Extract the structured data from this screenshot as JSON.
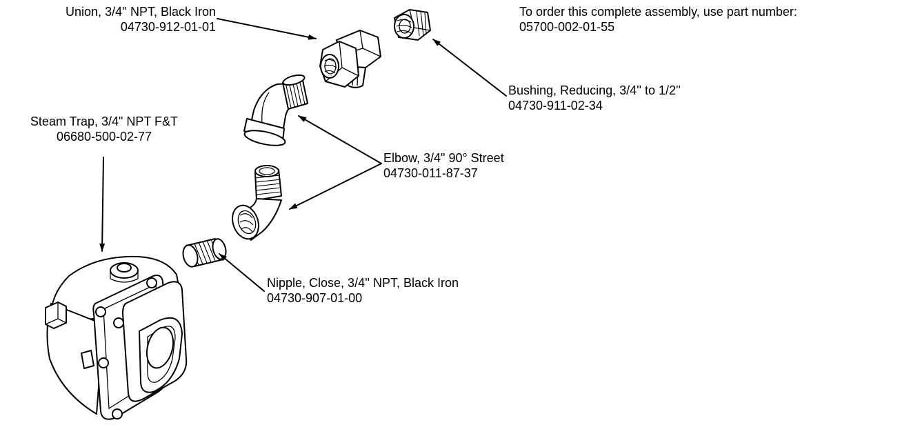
{
  "order": {
    "text": "To order this complete assembly, use part number:",
    "part": "05700-002-01-55"
  },
  "parts": [
    {
      "key": "union",
      "name": "Union, 3/4'' NPT, Black Iron",
      "part": "04730-912-01-01"
    },
    {
      "key": "bushing",
      "name": "Bushing, Reducing, 3/4'' to 1/2''",
      "part": "04730-911-02-34"
    },
    {
      "key": "trap",
      "name": "Steam Trap, 3/4\" NPT F&T",
      "part": "06680-500-02-77"
    },
    {
      "key": "elbow",
      "name": "Elbow, 3/4\" 90° Street",
      "part": "04730-011-87-37"
    },
    {
      "key": "nipple",
      "name": "Nipple, Close, 3/4'' NPT, Black Iron",
      "part": "04730-907-01-00"
    }
  ]
}
